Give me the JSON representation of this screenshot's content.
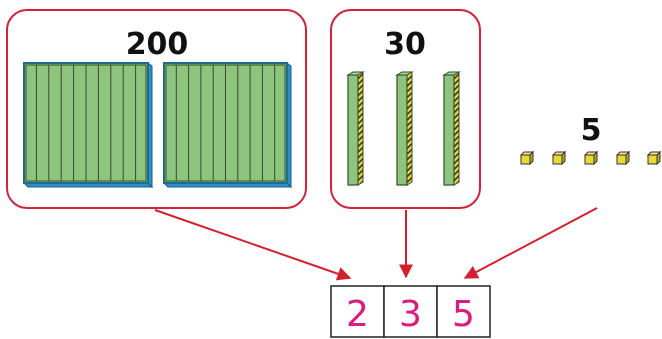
{
  "groups": {
    "hundreds": {
      "label": "200",
      "count": 2
    },
    "tens": {
      "label": "30",
      "count": 3
    },
    "ones": {
      "label": "5",
      "count": 5
    }
  },
  "place_value_boxes": {
    "hundreds_digit": "2",
    "tens_digit": "3",
    "ones_digit": "5"
  },
  "colors": {
    "frame": "#d2233a",
    "arrow": "#d61f2d",
    "flat_fill": "#8fc47e",
    "flat_side": "#2a8fcf",
    "rod_fill": "#8fc47e",
    "rod_side": "#e8d93a",
    "cube_fill": "#e8d93a",
    "digit": "#e0197d",
    "box_stroke": "#222222"
  },
  "icons": {
    "hundreds": "base-ten-flat-icon",
    "tens": "base-ten-rod-icon",
    "ones": "unit-cube-icon"
  }
}
